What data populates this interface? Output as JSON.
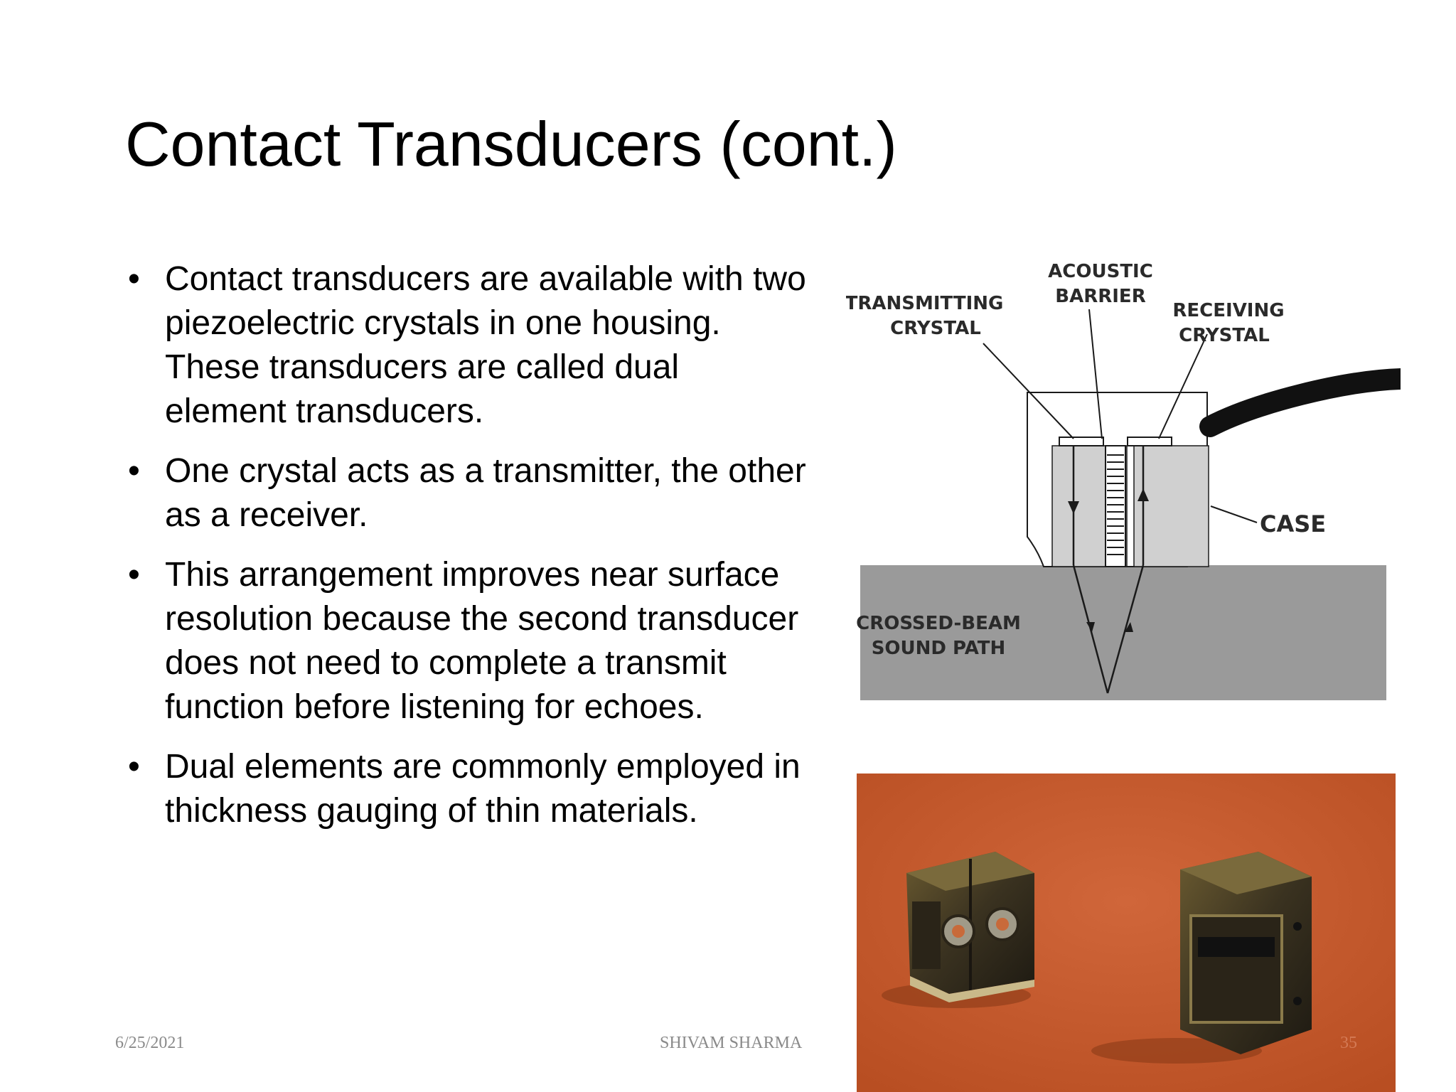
{
  "slide": {
    "title": "Contact Transducers (cont.)",
    "bullets": [
      "Contact transducers are available with two piezoelectric crystals in one housing.  These transducers are called dual element transducers.",
      "One crystal acts as a transmitter, the other as a receiver.",
      "This arrangement improves near surface resolution because the second transducer does not need to complete a transmit function before listening for echoes.",
      "Dual elements are commonly employed in thickness gauging of thin materials."
    ],
    "bullet_symbol": "•"
  },
  "diagram": {
    "labels": {
      "acoustic": "ACOUSTIC",
      "barrier": "BARRIER",
      "transmitting": "TRANSMITTING",
      "crystal_left": "CRYSTAL",
      "receiving": "RECEIVING",
      "crystal_right": "CRYSTAL",
      "case": "CASE",
      "crossed_beam": "CROSSED-BEAM",
      "sound_path": "SOUND PATH"
    },
    "colors": {
      "material": "#9a9a9a",
      "case_fill": "#d0d0d0",
      "line": "#1a1a1a"
    }
  },
  "photo": {
    "background": "#c85a2e"
  },
  "footer": {
    "date": "6/25/2021",
    "author": "SHIVAM SHARMA",
    "page": "35"
  }
}
